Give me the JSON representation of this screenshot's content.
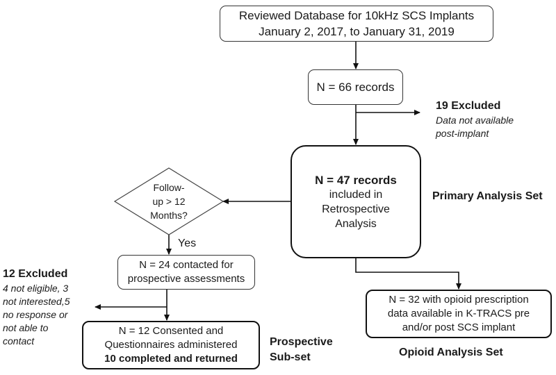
{
  "boxes": {
    "database": {
      "line1": "Reviewed Database for 10kHz SCS Implants",
      "line2": "January 2, 2017, to January 31, 2019"
    },
    "records66": {
      "text": "N = 66 records"
    },
    "records47": {
      "line1": "N = 47 records",
      "line2": "included in",
      "line3": "Retrospective",
      "line4": "Analysis"
    },
    "decision": {
      "line1": "Follow-",
      "line2": "up > 12",
      "line3": "Months?"
    },
    "contacted": {
      "line1": "N = 24 contacted for",
      "line2": "prospective assessments"
    },
    "opioid": {
      "line1": "N = 32 with opioid prescription",
      "line2": "data available in K-TRACS pre",
      "line3": "and/or post SCS implant"
    },
    "consented": {
      "line1": "N = 12 Consented and",
      "line2": "Questionnaires administered",
      "line3": "10 completed and returned"
    }
  },
  "labels": {
    "excluded19": {
      "title": "19 Excluded",
      "line1": "Data not available",
      "line2": "post-implant"
    },
    "primary_set": "Primary Analysis Set",
    "yes": "Yes",
    "excluded12": {
      "title": "12 Excluded",
      "line1": "4 not eligible, 3",
      "line2": "not interested,5",
      "line3": "no response or",
      "line4": "not able to",
      "line5": "contact"
    },
    "prospective_set": {
      "line1": "Prospective",
      "line2": "Sub-set"
    },
    "opioid_set": "Opioid Analysis Set"
  }
}
